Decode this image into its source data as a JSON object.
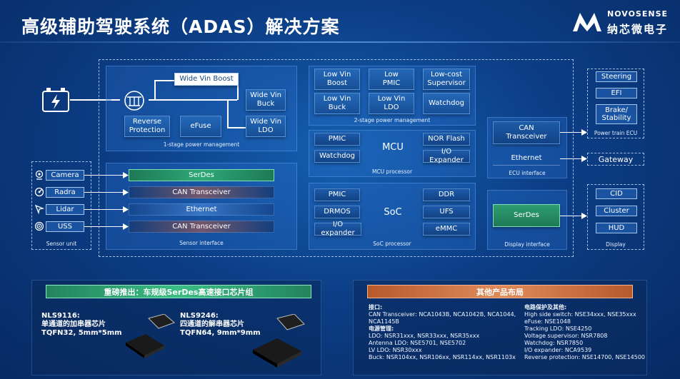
{
  "title": "高级辅助驾驶系统（ADAS）解决方案",
  "logo": {
    "brand_en": "NOVOSENSE",
    "brand_cn": "纳芯微电子"
  },
  "power": {
    "wide_vin_boost": "Wide Vin Boost",
    "wide_vin_buck": "Wide Vin\nBuck",
    "wide_vin_ldo": "Wide Vin\nLDO",
    "reverse_protection": "Reverse\nProtection",
    "efuse": "eFuse",
    "stage1_label": "1-stage power management"
  },
  "stage2": {
    "low_vin_boost": "Low Vin\nBoost",
    "low_pmic": "Low\nPMIC",
    "low_cost_supervisor": "Low-cost\nSupervisor",
    "low_vin_buck": "Low Vin\nBuck",
    "low_vin_ldo": "Low Vin\nLDO",
    "watchdog": "Watchdog",
    "label": "2-stage power management"
  },
  "mcu": {
    "pmic": "PMIC",
    "watchdog": "Watchdog",
    "mcu": "MCU",
    "nor_flash": "NOR Flash",
    "io_expander": "I/O Expander",
    "label": "MCU processor"
  },
  "soc": {
    "pmic": "PMIC",
    "drmos": "DRMOS",
    "io_expander": "I/O expander",
    "soc": "SoC",
    "ddr": "DDR",
    "ufs": "UFS",
    "emmc": "eMMC",
    "label": "SoC processor"
  },
  "sensors": {
    "items": [
      "Camera",
      "Radra",
      "Lidar",
      "USS"
    ],
    "label": "Sensor unit"
  },
  "sensor_interface": {
    "items": [
      "SerDes",
      "CAN  Transceiver",
      "Ethernet",
      "CAN  Transceiver"
    ],
    "label": "Sensor interface"
  },
  "ecu_interface": {
    "can": "CAN\nTransceiver",
    "ethernet": "Ethernet",
    "label": "ECU interface"
  },
  "display_interface": {
    "serdes": "SerDes",
    "label": "Display interface"
  },
  "powertrain": {
    "items": [
      "Steering",
      "EFI",
      "Brake/\nStability"
    ],
    "label": "Power train ECU"
  },
  "gateway": "Gateway",
  "display": {
    "items": [
      "CID",
      "Cluster",
      "HUD"
    ],
    "label": "Display"
  },
  "bottom_left": {
    "header": "重磅推出：车规级SerDes高速接口芯片组",
    "chip1": "NLS9116:\n单通道的加串器芯片\nTQFN32, 5mm*5mm",
    "chip2": "NLS9246:\n四通道的解串器芯片\nTQFN64, 9mm*9mm"
  },
  "bottom_right": {
    "header": "其他产品布局",
    "col1_title": "接口:",
    "col1_a": "CAN Transceiver: NCA1043B, NCA1042B, NCA1044,\nNCA1145B",
    "col1_title2": "电源管理:",
    "col1_b": "LDO: NSR31xxx, NSR33xxx, NSR35xxx\nAntenna LDO: NSE5701, NSE5702\nLV LDO: NSR30xxx\nBuck: NSR104xx, NSR106xx, NSR114xx, NSR1103x",
    "col2_title": "电路保护及其他:",
    "col2_a": "High side switch: NSE34xxx, NSE35xxx\neFuse: NSE1048\nTracking LDO: NSE4250\nVoltage supervisor: NSR7808\nWatchdog: NSR7850\nI/O expander: NCA9539\nReverse protection: NSE14700, NSE14500"
  }
}
